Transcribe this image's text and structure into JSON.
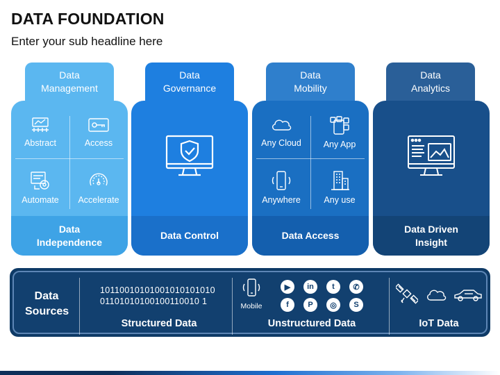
{
  "header": {
    "title": "DATA FOUNDATION",
    "subtitle": "Enter your sub headline here"
  },
  "colors": {
    "management": "#5bb7f0",
    "governance": "#1e7fe0",
    "mobility": "#2f7fcc",
    "analytics": "#1c4f86",
    "sources_bg": "#12406f"
  },
  "columns": [
    {
      "tab": [
        "Data",
        "Management"
      ],
      "items": [
        {
          "label": "Abstract",
          "icon": "abstract-icon"
        },
        {
          "label": "Access",
          "icon": "key-card-icon"
        },
        {
          "label": "Automate",
          "icon": "automate-icon"
        },
        {
          "label": "Accelerate",
          "icon": "speedometer-icon"
        }
      ],
      "footer": [
        "Data",
        "Independence"
      ]
    },
    {
      "tab": [
        "Data",
        "Governance"
      ],
      "icon": "shield-monitor-icon",
      "footer": [
        "Data Control"
      ]
    },
    {
      "tab": [
        "Data",
        "Mobility"
      ],
      "items": [
        {
          "label": "Any Cloud",
          "icon": "cloud-icon"
        },
        {
          "label": "Any App",
          "icon": "apps-icon"
        },
        {
          "label": "Anywhere",
          "icon": "phone-icon"
        },
        {
          "label": "Any use",
          "icon": "building-icon"
        }
      ],
      "footer": [
        "Data Access"
      ]
    },
    {
      "tab": [
        "Data",
        "Analytics"
      ],
      "icon": "analytics-monitor-icon",
      "footer": [
        "Data Driven",
        "Insight"
      ]
    }
  ],
  "sources": {
    "label": [
      "Data",
      "Sources"
    ],
    "binary": [
      "10110010101001010101010",
      "01101010100100110010 1"
    ],
    "structured_label": "Structured Data",
    "mobile_label": "Mobile",
    "social_icons": [
      "youtube-icon",
      "linkedin-icon",
      "twitter-icon",
      "whatsapp-icon",
      "facebook-icon",
      "pinterest-icon",
      "instagram-icon",
      "skype-icon"
    ],
    "unstructured_label": "Unstructured Data",
    "iot_icons": [
      "satellite-icon",
      "cloud-icon",
      "car-icon"
    ],
    "iot_label": "IoT Data"
  }
}
